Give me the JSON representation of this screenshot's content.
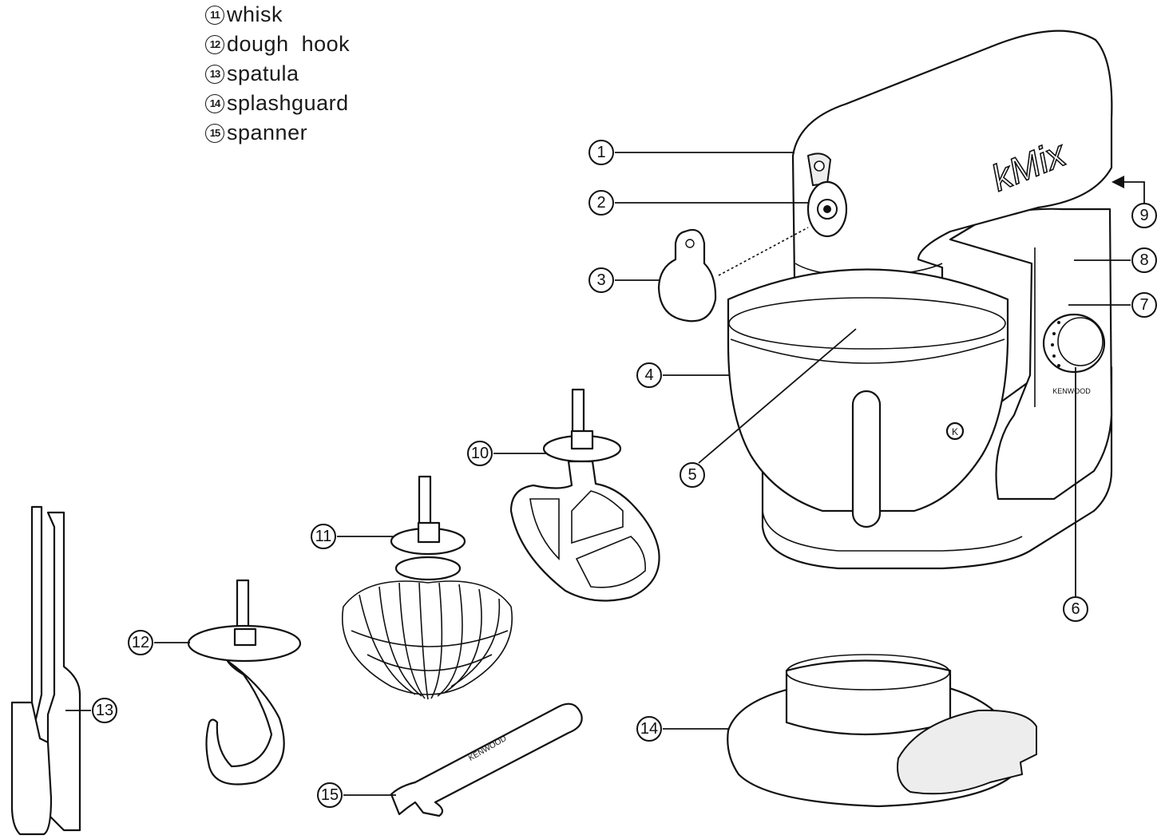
{
  "legend": [
    {
      "num": "11",
      "label": "whisk"
    },
    {
      "num": "12",
      "label": "dough  hook"
    },
    {
      "num": "13",
      "label": "spatula"
    },
    {
      "num": "14",
      "label": "splashguard"
    },
    {
      "num": "15",
      "label": "spanner"
    }
  ],
  "callouts": [
    "1",
    "2",
    "3",
    "4",
    "5",
    "6",
    "7",
    "8",
    "9",
    "10",
    "11",
    "12",
    "13",
    "14",
    "15"
  ],
  "brand_text": {
    "head_logo": "kMix",
    "side_label": "KENWOOD",
    "spanner_label": "KENWOOD",
    "bowl_badge": "K"
  }
}
